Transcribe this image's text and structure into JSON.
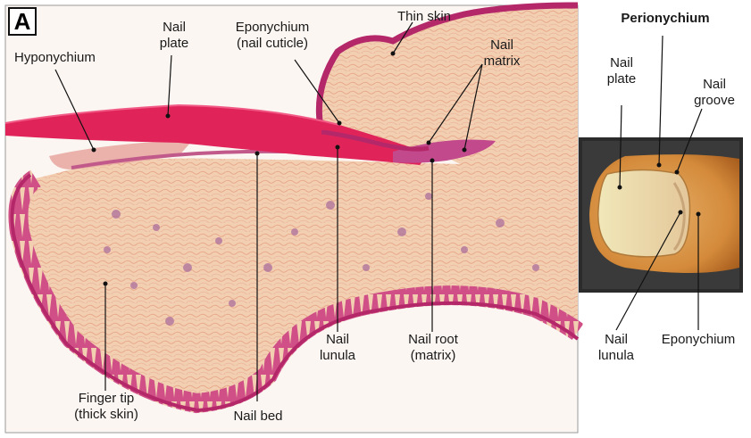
{
  "panel_label": "A",
  "histology": {
    "labels": {
      "hyponychium": "Hyponychium",
      "nail_plate": "Nail\nplate",
      "eponychium": "Eponychium\n(nail cuticle)",
      "thin_skin": "Thin skin",
      "nail_matrix": "Nail\nmatrix",
      "finger_tip": "Finger tip\n(thick skin)",
      "nail_bed": "Nail bed",
      "nail_lunula": "Nail\nlunula",
      "nail_root": "Nail root\n(matrix)"
    }
  },
  "photo": {
    "title": "Perionychium",
    "labels": {
      "nail_plate": "Nail\nplate",
      "nail_groove": "Nail\ngroove",
      "nail_lunula": "Nail\nlunula",
      "eponychium": "Eponychium"
    }
  },
  "colors": {
    "stain_pink": "#d9507e",
    "stain_magenta": "#b4286a",
    "nail_red": "#e0245a",
    "tissue_peach": "#f0c7a6",
    "photo_bg": "#2b2b2b",
    "thumb_skin": "#d99a4c"
  }
}
